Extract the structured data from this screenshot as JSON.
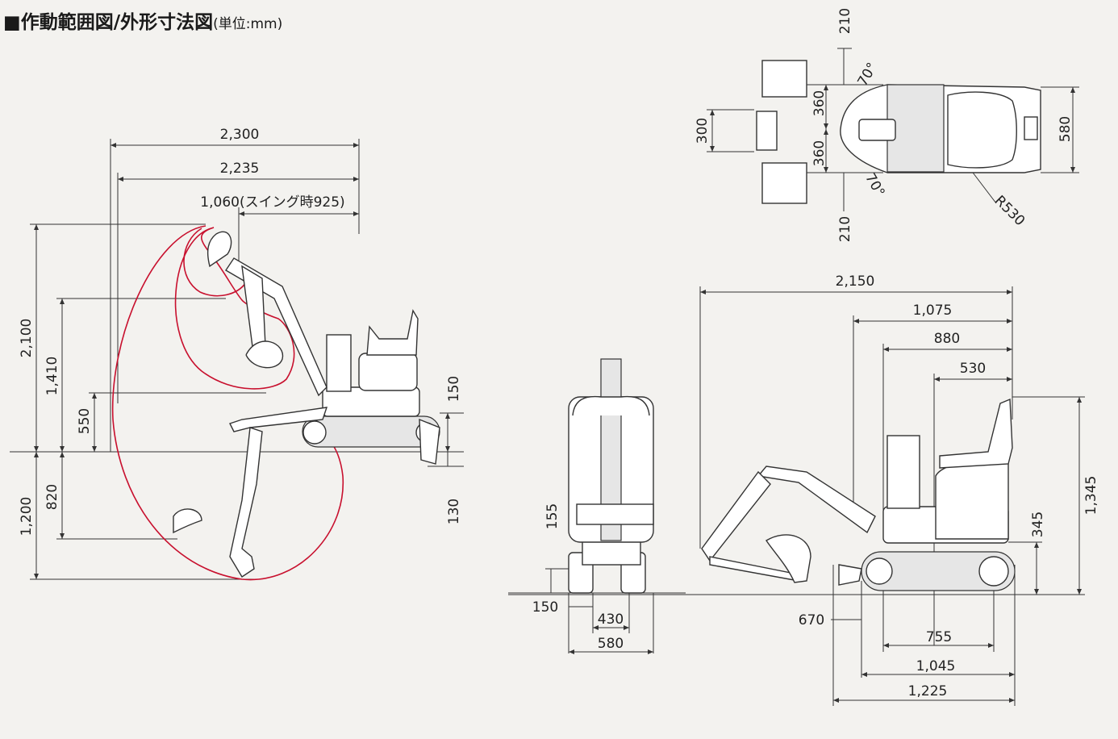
{
  "title": {
    "main": "■作動範囲図/外形寸法図",
    "unit": "(単位:mm)"
  },
  "colors": {
    "background": "#f3f2ef",
    "range_curve": "#c8102e",
    "line": "#333333"
  },
  "side_view": {
    "width_2300": "2,300",
    "width_2235": "2,235",
    "width_1060": "1,060(スイング時925)",
    "height_2100": "2,100",
    "height_1410": "1,410",
    "height_550": "550",
    "depth_1200": "1,200",
    "depth_820": "820",
    "blade_150": "150",
    "blade_130": "130"
  },
  "top_view": {
    "d210_top": "210",
    "d360_upper": "360",
    "d360_lower": "360",
    "d300": "300",
    "d210_bottom": "210",
    "angle_upper": "70°",
    "angle_lower": "70°",
    "radius": "R530",
    "width_580": "580"
  },
  "front_view": {
    "h155": "155",
    "w150": "150",
    "w430": "430",
    "w580": "580"
  },
  "right_view": {
    "l2150": "2,150",
    "l1075": "1,075",
    "l880": "880",
    "l530": "530",
    "h1345": "1,345",
    "h345": "345",
    "l670": "670",
    "l755": "755",
    "l1045": "1,045",
    "l1225": "1,225"
  }
}
